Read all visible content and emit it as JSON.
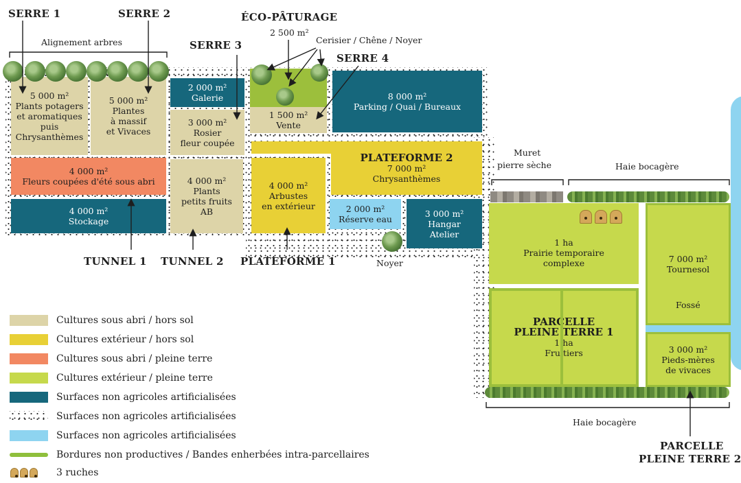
{
  "titles": {
    "serre1": "SERRE 1",
    "serre2": "SERRE 2",
    "serre3": "SERRE 3",
    "serre4": "SERRE 4",
    "eco": "ÉCO-PÂTURAGE",
    "tunnel1": "TUNNEL 1",
    "tunnel2": "TUNNEL 2",
    "plateforme1": "PLATEFORME 1",
    "parcelle2_line1": "PARCELLE",
    "parcelle2_line2": "PLEINE TERRE 2"
  },
  "labels": {
    "alignement": "Alignement arbres",
    "eco_area": "2 500 m²",
    "cerisier": "Cerisier / Chêne / Noyer",
    "noyer": "Noyer",
    "muret_l1": "Muret",
    "muret_l2": "pierre sèche",
    "haie_top": "Haie bocagère",
    "haie_bottom": "Haie bocagère",
    "fosse": "Fossé"
  },
  "zones": {
    "serre1": {
      "area": "5 000 m²",
      "l1": "Plants potagers",
      "l2": "et aromatiques",
      "l3": "puis",
      "l4": "Chrysanthèmes"
    },
    "serre2": {
      "area": "5 000 m²",
      "l1": "Plantes",
      "l2": "à massif",
      "l3": "et Vivaces"
    },
    "galerie": {
      "area": "2 000 m²",
      "l1": "Galerie"
    },
    "rosier": {
      "area": "3 000 m²",
      "l1": "Rosier",
      "l2": "fleur coupée"
    },
    "vente": {
      "area": "1 500 m²",
      "l1": "Vente"
    },
    "parking": {
      "area": "8 000 m²",
      "l1": "Parking / Quai / Bureaux"
    },
    "tunnel1": {
      "area": "4 000 m²",
      "l1": "Fleurs coupées d'été sous abri"
    },
    "stockage": {
      "area": "4 000 m²",
      "l1": "Stockage"
    },
    "tunnel2": {
      "area": "4 000 m²",
      "l1": "Plants",
      "l2": "petits fruits",
      "l3": "AB"
    },
    "plateforme1": {
      "area": "4 000 m²",
      "l1": "Arbustes",
      "l2": "en extérieur"
    },
    "plateforme2": {
      "title": "PLATEFORME 2",
      "area": "7 000 m²",
      "l1": "Chrysanthèmes"
    },
    "reserve": {
      "area": "2 000 m²",
      "l1": "Réserve eau"
    },
    "hangar": {
      "area": "3 000 m²",
      "l1": "Hangar",
      "l2": "Atelier"
    },
    "prairie": {
      "area": "1 ha",
      "l1": "Prairie temporaire",
      "l2": "complexe"
    },
    "tournesol": {
      "area": "7 000 m²",
      "l1": "Tournesol"
    },
    "parcelle1": {
      "title1": "PARCELLE",
      "title2": "PLEINE TERRE 1",
      "area": "1 ha",
      "l1": "Fruitiers"
    },
    "piedsmeres": {
      "area": "3 000 m²",
      "l1": "Pieds-mères",
      "l2": "de vivaces"
    }
  },
  "legend": [
    {
      "swatch": "beige",
      "text": "Cultures sous abri / hors sol"
    },
    {
      "swatch": "yellow",
      "text": "Cultures extérieur / hors sol"
    },
    {
      "swatch": "orange",
      "text": "Cultures sous abri / pleine terre"
    },
    {
      "swatch": "green",
      "text": "Cultures extérieur / pleine terre"
    },
    {
      "swatch": "teal",
      "text": "Surfaces non agricoles artificialisées"
    },
    {
      "swatch": "gravel",
      "text": "Surfaces non agricoles artificialisées"
    },
    {
      "swatch": "lblue",
      "text": "Surfaces non agricoles artificialisées"
    },
    {
      "swatch": "hedge",
      "text": "Bordures non productives / Bandes enherbées intra-parcellaires"
    },
    {
      "swatch": "hives",
      "text": "3 ruches"
    }
  ],
  "colors": {
    "beige": "#ddd4a8",
    "yellow": "#e8d036",
    "orange": "#f28862",
    "green": "#c6d94c",
    "teal": "#16677c",
    "lblue": "#8ed4f0"
  }
}
